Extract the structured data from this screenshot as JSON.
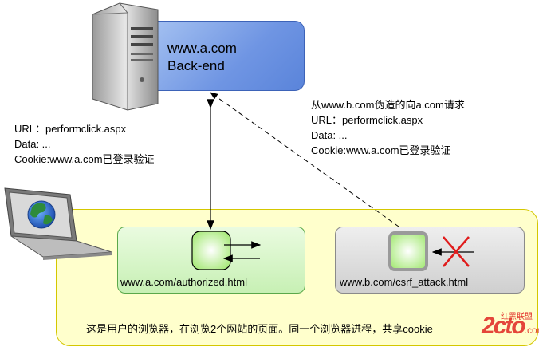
{
  "server": {
    "host": "www.a.com",
    "role": "Back-end"
  },
  "left_request": {
    "url": "URL：performclick.aspx",
    "data": "Data: ...",
    "cookie": "Cookie:www.a.com已登录验证"
  },
  "right_request": {
    "title": "从www.b.com伪造的向a.com请求",
    "url": "URL：performclick.aspx",
    "data": "Data: ...",
    "cookie": "Cookie:www.a.com已登录验证"
  },
  "pages": {
    "a": {
      "label": "www.a.com/authorized.html"
    },
    "b": {
      "label": "www.b.com/csrf_attack.html"
    }
  },
  "caption": "这是用户的浏览器，在浏览2个网站的页面。同一个浏览器进程，共享cookie",
  "watermark": {
    "logo": "2cto",
    "suffix": ".com",
    "top": "红黑联盟"
  },
  "icons": [
    "server-icon",
    "laptop-icon",
    "globe-icon",
    "cross-icon"
  ]
}
